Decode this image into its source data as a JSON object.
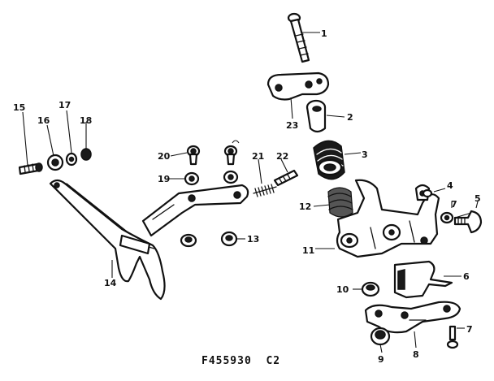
{
  "callouts": [
    "1",
    "2",
    "3",
    "4",
    "5",
    "6",
    "7",
    "7",
    "8",
    "9",
    "10",
    "11",
    "12",
    "13",
    "14",
    "15",
    "16",
    "17",
    "18",
    "19",
    "20",
    "21",
    "22",
    "23"
  ],
  "figure_code": "F455930  C2"
}
